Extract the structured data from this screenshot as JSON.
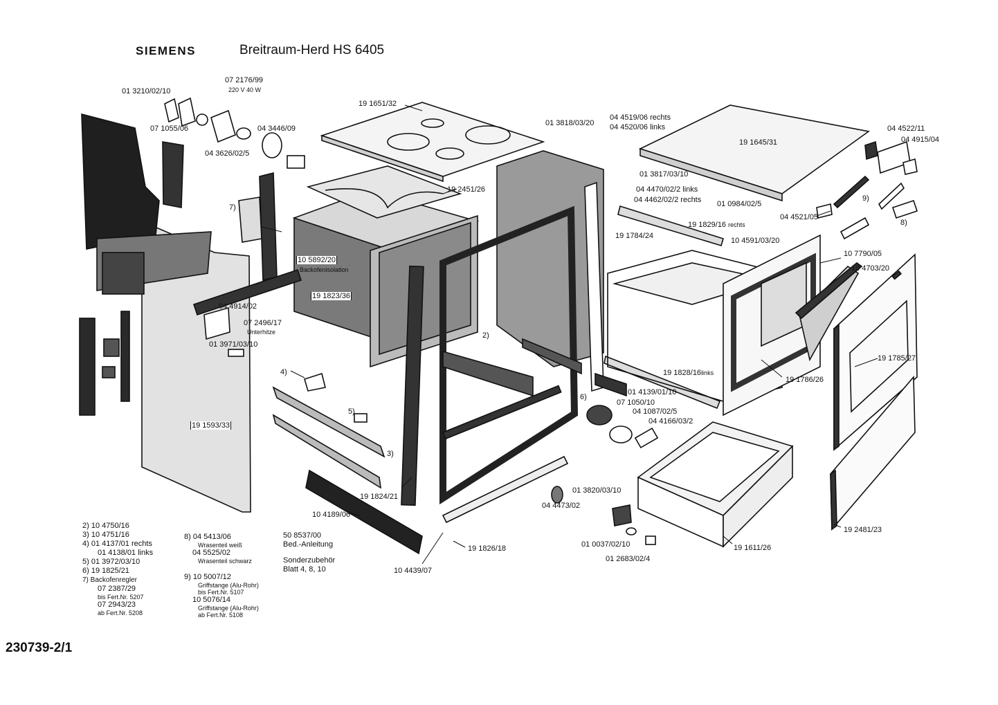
{
  "header": {
    "brand": "SIEMENS",
    "title": "Breitraum-Herd HS 6405"
  },
  "doc_number": "230739-2/1",
  "part_labels": {
    "p013210": "01 3210/02/10",
    "p072176": "07 2176/99",
    "p072176_spec": "220 V  40 W",
    "p071055": "07 1055/06",
    "p043446": "04 3446/09",
    "p043626": "04 3626/02/5",
    "p191651": "19 1651/32",
    "p013818": "01 3818/03/20",
    "p044519": "04 4519/06 rechts",
    "p044520": "04 4520/06 links",
    "p191645": "19 1645/31",
    "p044522": "04 4522/11",
    "p044915": "04 4915/04",
    "p013817": "01 3817/03/10",
    "p044470": "04 4470/02/2 links",
    "p044462": "04 4462/02/2 rechts",
    "p010984": "01 0984/02/5",
    "m9": "9)",
    "m8": "8)",
    "p044521": "04 4521/05",
    "p191829": "19 1829/16",
    "p191829_side": "rechts",
    "p192451": "19 2451/26",
    "m7": "7)",
    "p105892": "10 5892/20",
    "p105892_desc": "Backofenisolation",
    "p191823": "19 1823/36",
    "p191784": "19 1784/24",
    "p104591": "10 4591/03/20",
    "p107790": "10 7790/05",
    "p104703": "10 4703/20",
    "p044914": "04 4914/02",
    "p072496": "07 2496/17",
    "p072496_desc": "Unterhitze",
    "p013971": "01 3971/03/10",
    "m2": "2)",
    "m4": "4)",
    "m5": "5)",
    "m3": "3)",
    "m6": "6)",
    "p191828": "19 1828/16",
    "p191828_side": "links",
    "p014139": "01 4139/01/10",
    "p191786": "19 1786/26",
    "p191785": "19 1785/27",
    "p071050": "07 1050/10",
    "p041087": "04 1087/02/5",
    "p044166": "04 4166/03/2",
    "p191593": "19 1593/33",
    "p191824": "19 1824/21",
    "p013820": "01 3820/03/10",
    "p044473": "04 4473/02",
    "p104189": "10 4189/06",
    "p191826": "19 1826/18",
    "p104439": "10 4439/07",
    "p010037": "01 0037/02/10",
    "p012683": "01 2683/02/4",
    "p191611": "19 1611/26",
    "p192481": "19 2481/23"
  },
  "legend": {
    "l2": "2)  10 4750/16",
    "l3": "3)  10 4751/16",
    "l4a": "4)  01 4137/01 rechts",
    "l4b": "01 4138/01 links",
    "l5": "5)  01 3972/03/10",
    "l6": "6)  19 1825/21",
    "l7": "7)  Backofenregler",
    "l7a": "07 2387/29",
    "l7a_note": "bis Fert.Nr. 5207",
    "l7b": "07 2943/23",
    "l7b_note": "ab Fert.Nr. 5208",
    "l8": "8) 04 5413/06",
    "l8a_desc": "Wrasenteil weiß",
    "l8b": "04 5525/02",
    "l8b_desc": "Wrasenteil schwarz",
    "l9": "9) 10 5007/12",
    "l9a_desc": "Griffstange (Alu-Rohr)",
    "l9a_note": "bis Fert.Nr. 5107",
    "l9b": "10 5076/14",
    "l9b_desc": "Griffstange (Alu-Rohr)",
    "l9b_note": "ab Fert.Nr. 5108",
    "extra1": "50 8537/00",
    "extra2": "Bed.-Anleitung",
    "extra3": "Sonderzubehör",
    "extra4": "Blatt 4, 8, 10"
  }
}
